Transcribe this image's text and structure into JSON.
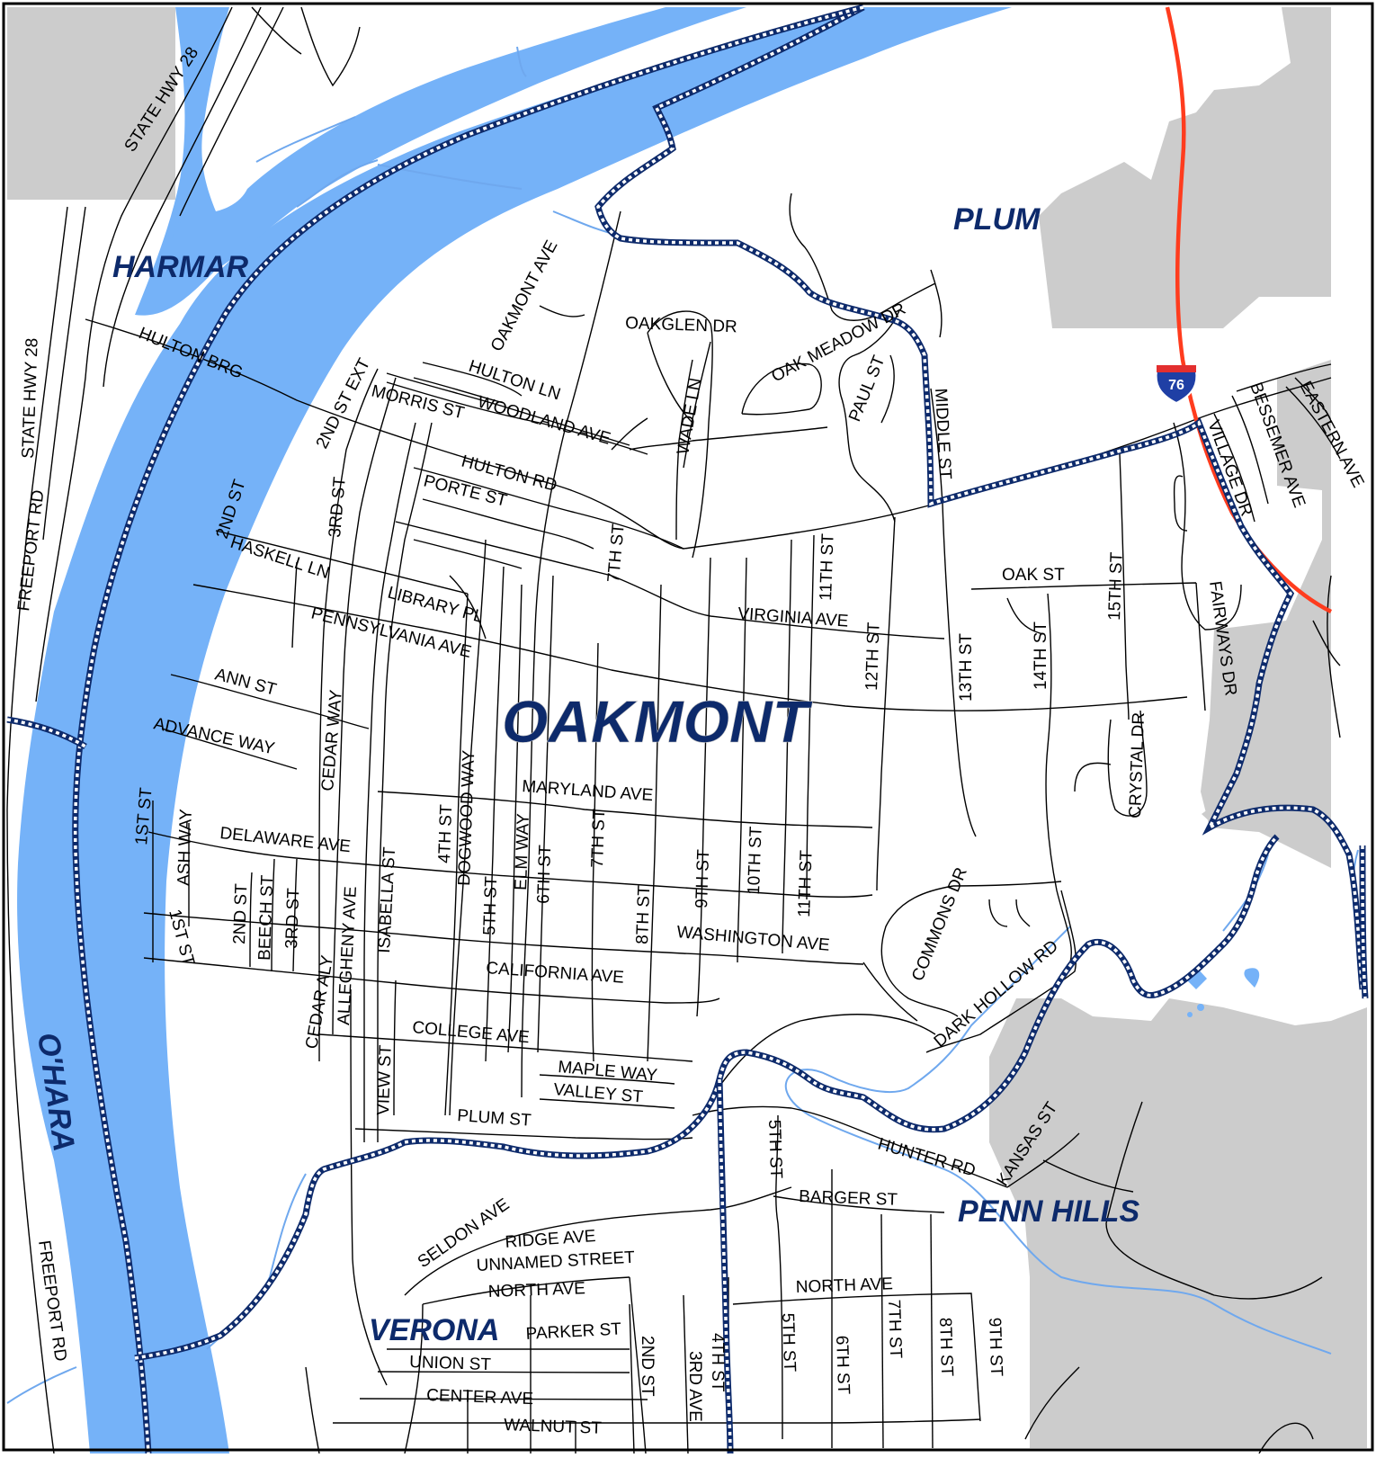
{
  "colors": {
    "water": "#75b2f8",
    "stream": "#6fa8ee",
    "neighbor_land": "#cccccc",
    "road": "#000000",
    "boundary": "#0d2a6b",
    "interstate": "#ff3c1e",
    "label_municipality": "#0d2a6b"
  },
  "municipalities": [
    {
      "id": "oakmont",
      "label": "OAKMONT"
    },
    {
      "id": "plum",
      "label": "PLUM"
    },
    {
      "id": "harmar",
      "label": "HARMAR"
    },
    {
      "id": "ohara",
      "label": "O'HARA"
    },
    {
      "id": "penn-hills",
      "label": "PENN HILLS"
    },
    {
      "id": "verona",
      "label": "VERONA"
    }
  ],
  "shield": {
    "route": "76",
    "icon": "interstate-shield-icon"
  },
  "streets": [
    "STATE HWY 28",
    "STATE HWY 28",
    "FREEPORT RD",
    "FREEPORT RD",
    "HULTON BRG",
    "OAKMONT AVE",
    "OAKGLEN DR",
    "OAK MEADOW DR",
    "HULTON LN",
    "MORRIS ST",
    "WOODLAND AVE",
    "WADE LN",
    "PAUL ST",
    "MIDDLE ST",
    "2ND ST EXT",
    "HULTON RD",
    "PORTE ST",
    "2ND ST",
    "3RD ST",
    "HASKELL LN",
    "7TH ST",
    "11TH ST",
    "LIBRARY PL",
    "PENNSYLVANIA AVE",
    "VIRGINIA AVE",
    "12TH ST",
    "13TH ST",
    "14TH ST",
    "15TH ST",
    "OAK ST",
    "FAIRWAYS DR",
    "VILLAGE DR",
    "BESSEMER AVE",
    "EASTERN AVE",
    "ANN ST",
    "ADVANCE WAY",
    "CEDAR WAY",
    "DOGWOOD WAY",
    "CRYSTAL DR",
    "MARYLAND AVE",
    "1ST ST",
    "ASH WAY",
    "DELAWARE AVE",
    "ISABELLA ST",
    "4TH ST",
    "ELM WAY",
    "7TH ST",
    "6TH ST",
    "5TH ST",
    "8TH ST",
    "9TH ST",
    "10TH ST",
    "11TH ST",
    "ALLEGHENY AVE",
    "2ND ST",
    "BEECH ST",
    "3RD ST",
    "1ST ST",
    "COMMONS DR",
    "WASHINGTON AVE",
    "DARK HOLLOW RD",
    "CEDAR ALY",
    "CALIFORNIA AVE",
    "COLLEGE AVE",
    "VIEW ST",
    "MAPLE WAY",
    "VALLEY ST",
    "PLUM ST",
    "5TH ST",
    "BARGER ST",
    "HUNTER RD",
    "KANSAS ST",
    "SELDON AVE",
    "RIDGE AVE",
    "UNNAMED STREET",
    "NORTH AVE",
    "NORTH AVE",
    "PARKER ST",
    "UNION ST",
    "2ND ST",
    "3RD AVE",
    "4TH ST",
    "5TH ST",
    "6TH ST",
    "7TH ST",
    "8TH ST",
    "9TH ST",
    "CENTER AVE",
    "WALNUT ST"
  ]
}
